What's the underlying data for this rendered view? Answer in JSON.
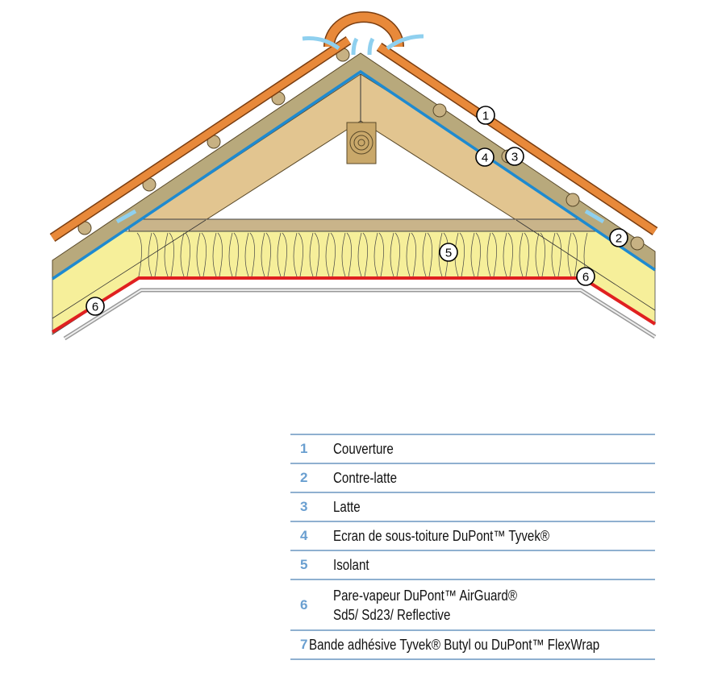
{
  "diagram": {
    "callouts": [
      "1",
      "2",
      "3",
      "4",
      "5",
      "6",
      "6"
    ],
    "colors": {
      "tile": "#e8893a",
      "counter_batten": "#b8a97c",
      "membrane": "#1e8ad0",
      "rafter": "#e2c590",
      "insulation": "#f6ef9a",
      "vapour_barrier": "#e02020",
      "airflow": "#8fd0ef",
      "ceiling": "#c8c8c8"
    }
  },
  "legend": {
    "items": [
      {
        "num": "1",
        "label": "Couverture"
      },
      {
        "num": "2",
        "label": "Contre-latte"
      },
      {
        "num": "3",
        "label": "Latte"
      },
      {
        "num": "4",
        "label": "Ecran de sous-toiture DuPont™ Tyvek®"
      },
      {
        "num": "5",
        "label": "Isolant"
      },
      {
        "num": "6",
        "label": "Pare-vapeur DuPont™ AirGuard®",
        "label2": "Sd5/ Sd23/ Reflective"
      },
      {
        "num": "7",
        "label": "Bande adhésive Tyvek® Butyl ou DuPont™ FlexWrap"
      }
    ],
    "accent": "#6a9fd0"
  }
}
